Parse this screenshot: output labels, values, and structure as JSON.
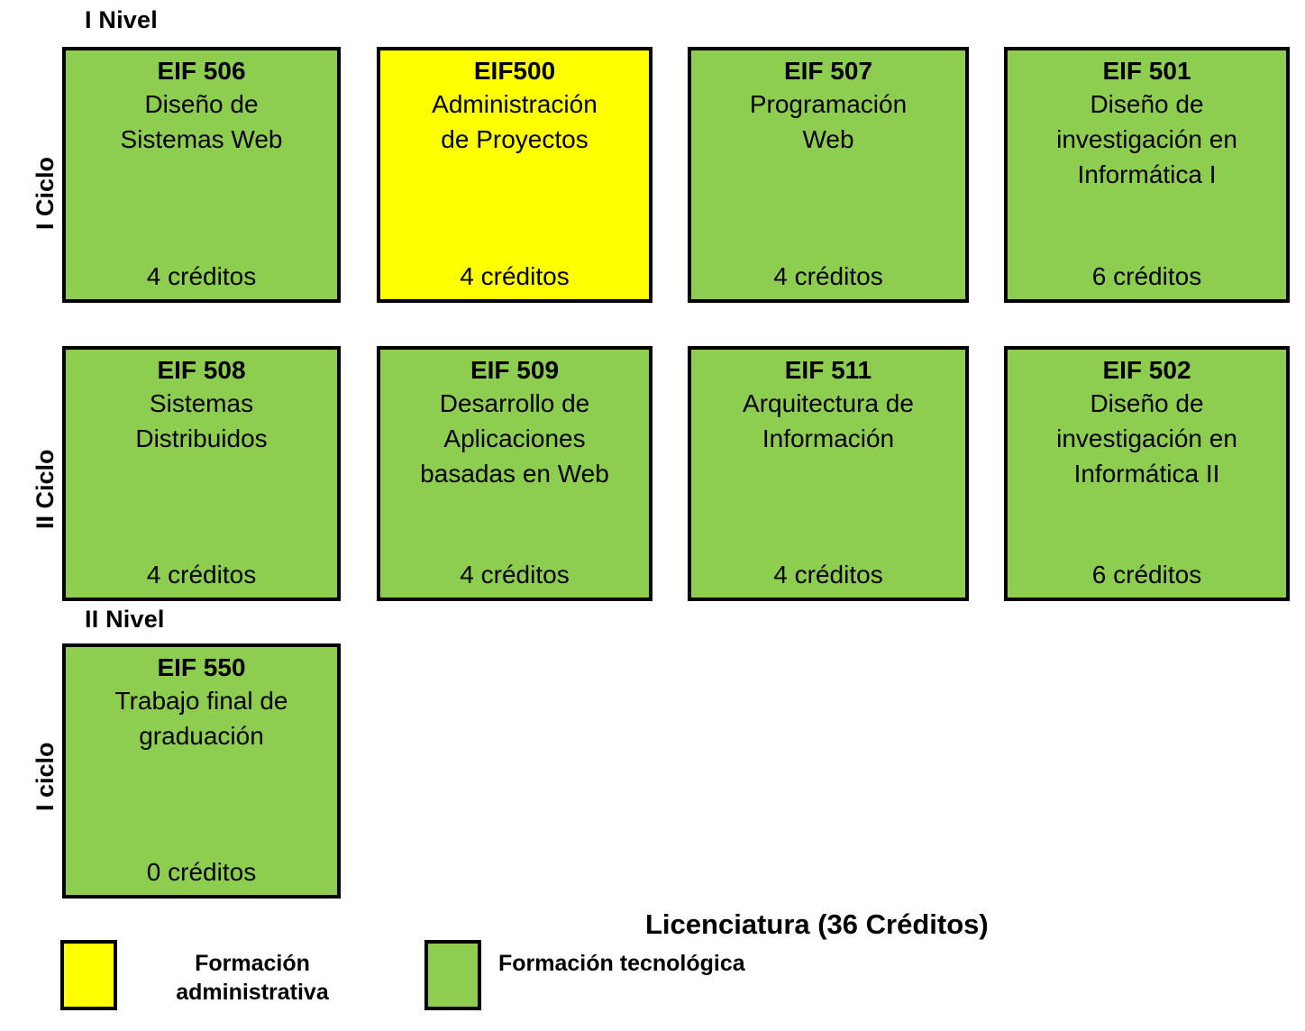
{
  "diagram": {
    "title": "Licenciatura (36 Créditos)",
    "colors": {
      "tecnologica": "#8DCE51",
      "administrativa": "#FFFF00",
      "border": "#000000"
    }
  },
  "levels": [
    {
      "label": "I Nivel"
    },
    {
      "label": "II Nivel"
    }
  ],
  "cycles": [
    {
      "label": "I Ciclo"
    },
    {
      "label": "II Ciclo"
    },
    {
      "label": "I ciclo"
    }
  ],
  "courses": [
    {
      "code": "EIF 506",
      "name": "Diseño de Sistemas Web",
      "name_lines": [
        "Diseño de",
        "Sistemas Web"
      ],
      "credits": "4 créditos",
      "credits_value": 4,
      "type": "tecnologica",
      "color": "#8DCE51",
      "level": "I Nivel",
      "cycle": "I Ciclo"
    },
    {
      "code": "EIF500",
      "name": "Administración de Proyectos",
      "name_lines": [
        "Administración",
        "de Proyectos"
      ],
      "credits": "4 créditos",
      "credits_value": 4,
      "type": "administrativa",
      "color": "#FFFF00",
      "level": "I Nivel",
      "cycle": "I Ciclo"
    },
    {
      "code": "EIF 507",
      "name": "Programación Web",
      "name_lines": [
        "Programación",
        "Web"
      ],
      "credits": "4 créditos",
      "credits_value": 4,
      "type": "tecnologica",
      "color": "#8DCE51",
      "level": "I Nivel",
      "cycle": "I Ciclo"
    },
    {
      "code": "EIF 501",
      "name": "Diseño de investigación en Informática I",
      "name_lines": [
        "Diseño de",
        "investigación en",
        "Informática I"
      ],
      "credits": "6 créditos",
      "credits_value": 6,
      "type": "tecnologica",
      "color": "#8DCE51",
      "level": "I Nivel",
      "cycle": "I Ciclo"
    },
    {
      "code": "EIF 508",
      "name": "Sistemas Distribuidos",
      "name_lines": [
        "Sistemas",
        "Distribuidos"
      ],
      "credits": "4 créditos",
      "credits_value": 4,
      "type": "tecnologica",
      "color": "#8DCE51",
      "level": "I Nivel",
      "cycle": "II Ciclo"
    },
    {
      "code": "EIF 509",
      "name": "Desarrollo de Aplicaciones basadas en Web",
      "name_lines": [
        "Desarrollo de",
        "Aplicaciones",
        "basadas en Web"
      ],
      "credits": "4 créditos",
      "credits_value": 4,
      "type": "tecnologica",
      "color": "#8DCE51",
      "level": "I Nivel",
      "cycle": "II Ciclo"
    },
    {
      "code": "EIF 511",
      "name": "Arquitectura de Información",
      "name_lines": [
        "Arquitectura de",
        "Información"
      ],
      "credits": "4 créditos",
      "credits_value": 4,
      "type": "tecnologica",
      "color": "#8DCE51",
      "level": "I Nivel",
      "cycle": "II Ciclo"
    },
    {
      "code": "EIF 502",
      "name": "Diseño de investigación en Informática II",
      "name_lines": [
        "Diseño de",
        "investigación en",
        "Informática II"
      ],
      "credits": "6 créditos",
      "credits_value": 6,
      "type": "tecnologica",
      "color": "#8DCE51",
      "level": "I Nivel",
      "cycle": "II Ciclo"
    },
    {
      "code": "EIF 550",
      "name": "Trabajo final de graduación",
      "name_lines": [
        "Trabajo final de",
        "graduación"
      ],
      "credits": "0 créditos",
      "credits_value": 0,
      "type": "tecnologica",
      "color": "#8DCE51",
      "level": "II Nivel",
      "cycle": "I ciclo"
    }
  ],
  "legend": [
    {
      "label": "Formación administrativa",
      "color": "#FFFF00",
      "type": "administrativa"
    },
    {
      "label": "Formación tecnológica",
      "color": "#8DCE51",
      "type": "tecnologica"
    }
  ]
}
